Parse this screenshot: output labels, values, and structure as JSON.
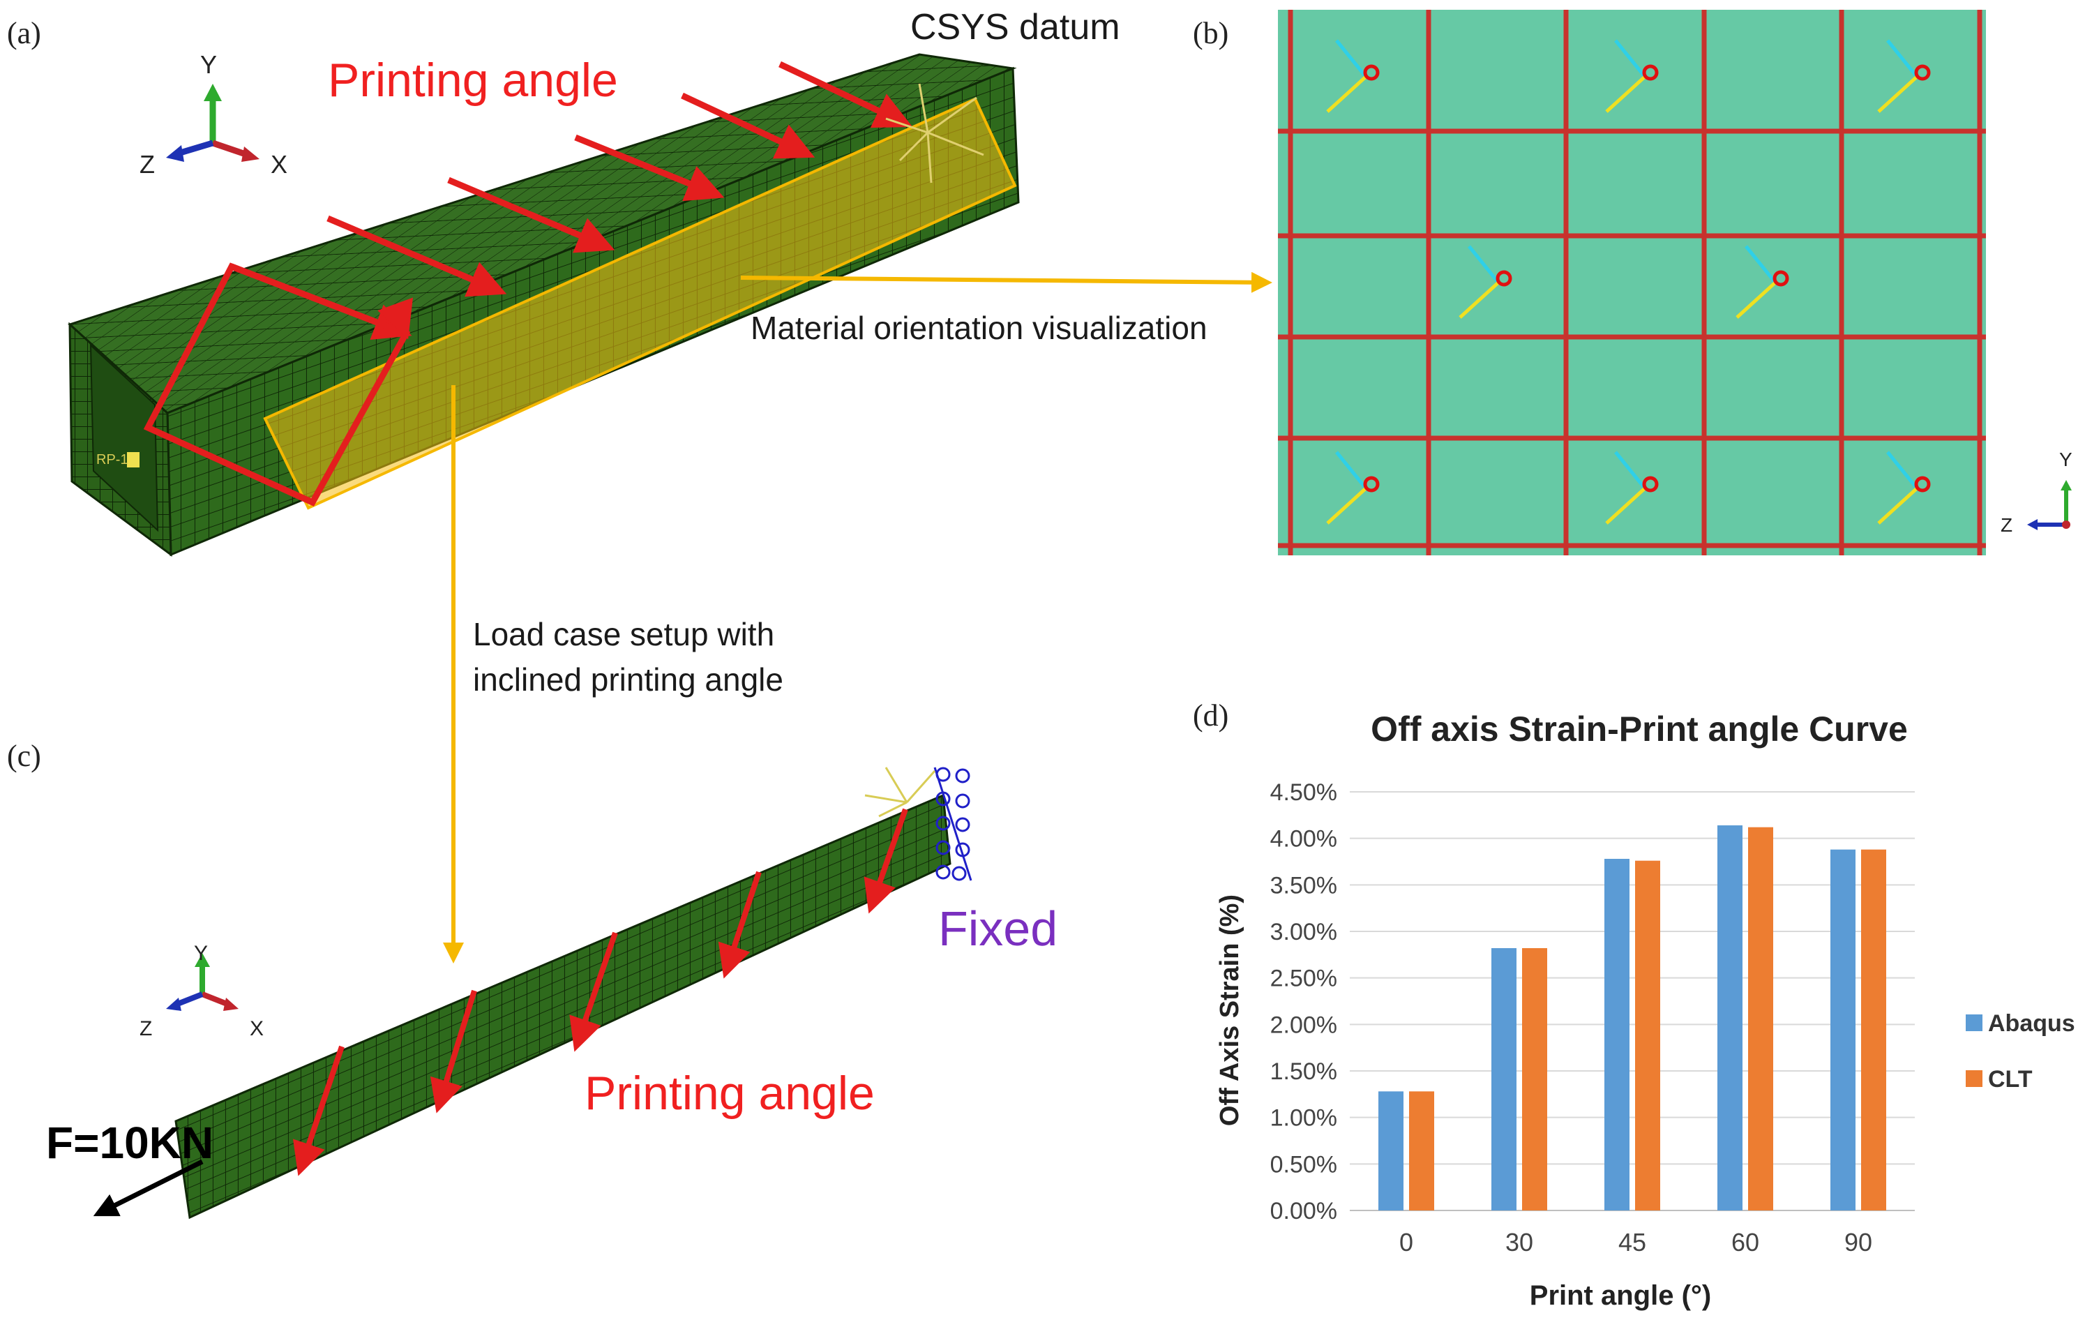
{
  "panels": {
    "a": {
      "label": "(a)",
      "title": "Printing angle",
      "csys_label": "CSYS datum",
      "rp_label": "RP-1",
      "axes": {
        "y": "Y",
        "z": "Z",
        "x": "X"
      }
    },
    "b": {
      "label": "(b)",
      "axes": {
        "y": "Y",
        "z": "Z"
      }
    },
    "c": {
      "label": "(c)",
      "title": "Printing angle",
      "fixed_label": "Fixed",
      "force_label": "F=10KN",
      "axes": {
        "y": "Y",
        "z": "Z",
        "x": "X"
      }
    },
    "d": {
      "label": "(d)"
    }
  },
  "annotations": {
    "material_orientation": "Material orientation visualization",
    "load_case_line1": "Load case setup with",
    "load_case_line2": "inclined printing angle"
  },
  "colors": {
    "mesh_green": "#2f6b1e",
    "arrow_red": "#e41e1e",
    "connector_yellow": "#f5b800",
    "abaqus_blue": "#5b9bd5",
    "clt_orange": "#ed7d31",
    "grid_teal": "#66c9a5",
    "grid_line_red": "#c8322d"
  },
  "chart_data": {
    "type": "bar",
    "title": "Off axis Strain-Print angle Curve",
    "xlabel": "Print angle (°)",
    "ylabel": "Off Axis Strain (%)",
    "categories": [
      "0",
      "30",
      "45",
      "60",
      "90"
    ],
    "ylim": [
      0,
      4.5
    ],
    "yticks": [
      "0.00%",
      "0.50%",
      "1.00%",
      "1.50%",
      "2.00%",
      "2.50%",
      "3.00%",
      "3.50%",
      "4.00%",
      "4.50%"
    ],
    "grid": true,
    "legend_position": "right",
    "series": [
      {
        "name": "Abaqus",
        "color": "#5b9bd5",
        "values": [
          1.28,
          2.82,
          3.78,
          4.14,
          3.88
        ]
      },
      {
        "name": "CLT",
        "color": "#ed7d31",
        "values": [
          1.28,
          2.82,
          3.76,
          4.12,
          3.88
        ]
      }
    ]
  }
}
